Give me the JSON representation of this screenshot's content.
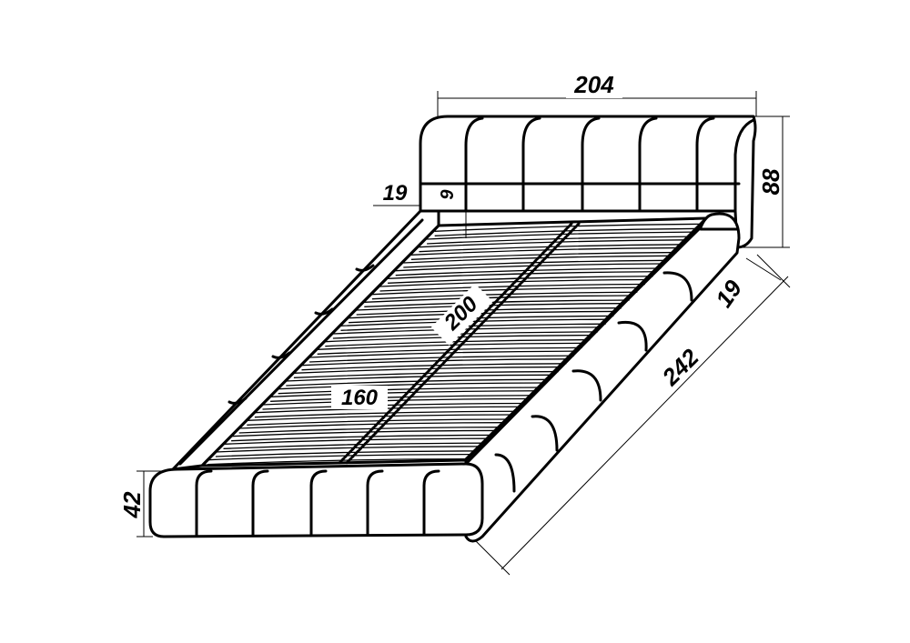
{
  "dimensions": {
    "headboard_width": "204",
    "headboard_height": "88",
    "headboard_thickness": "19",
    "headboard_gap": "9",
    "side_rail_width": "19",
    "total_length": "242",
    "mattress_length": "200",
    "mattress_width": "160",
    "frame_height": "42"
  }
}
